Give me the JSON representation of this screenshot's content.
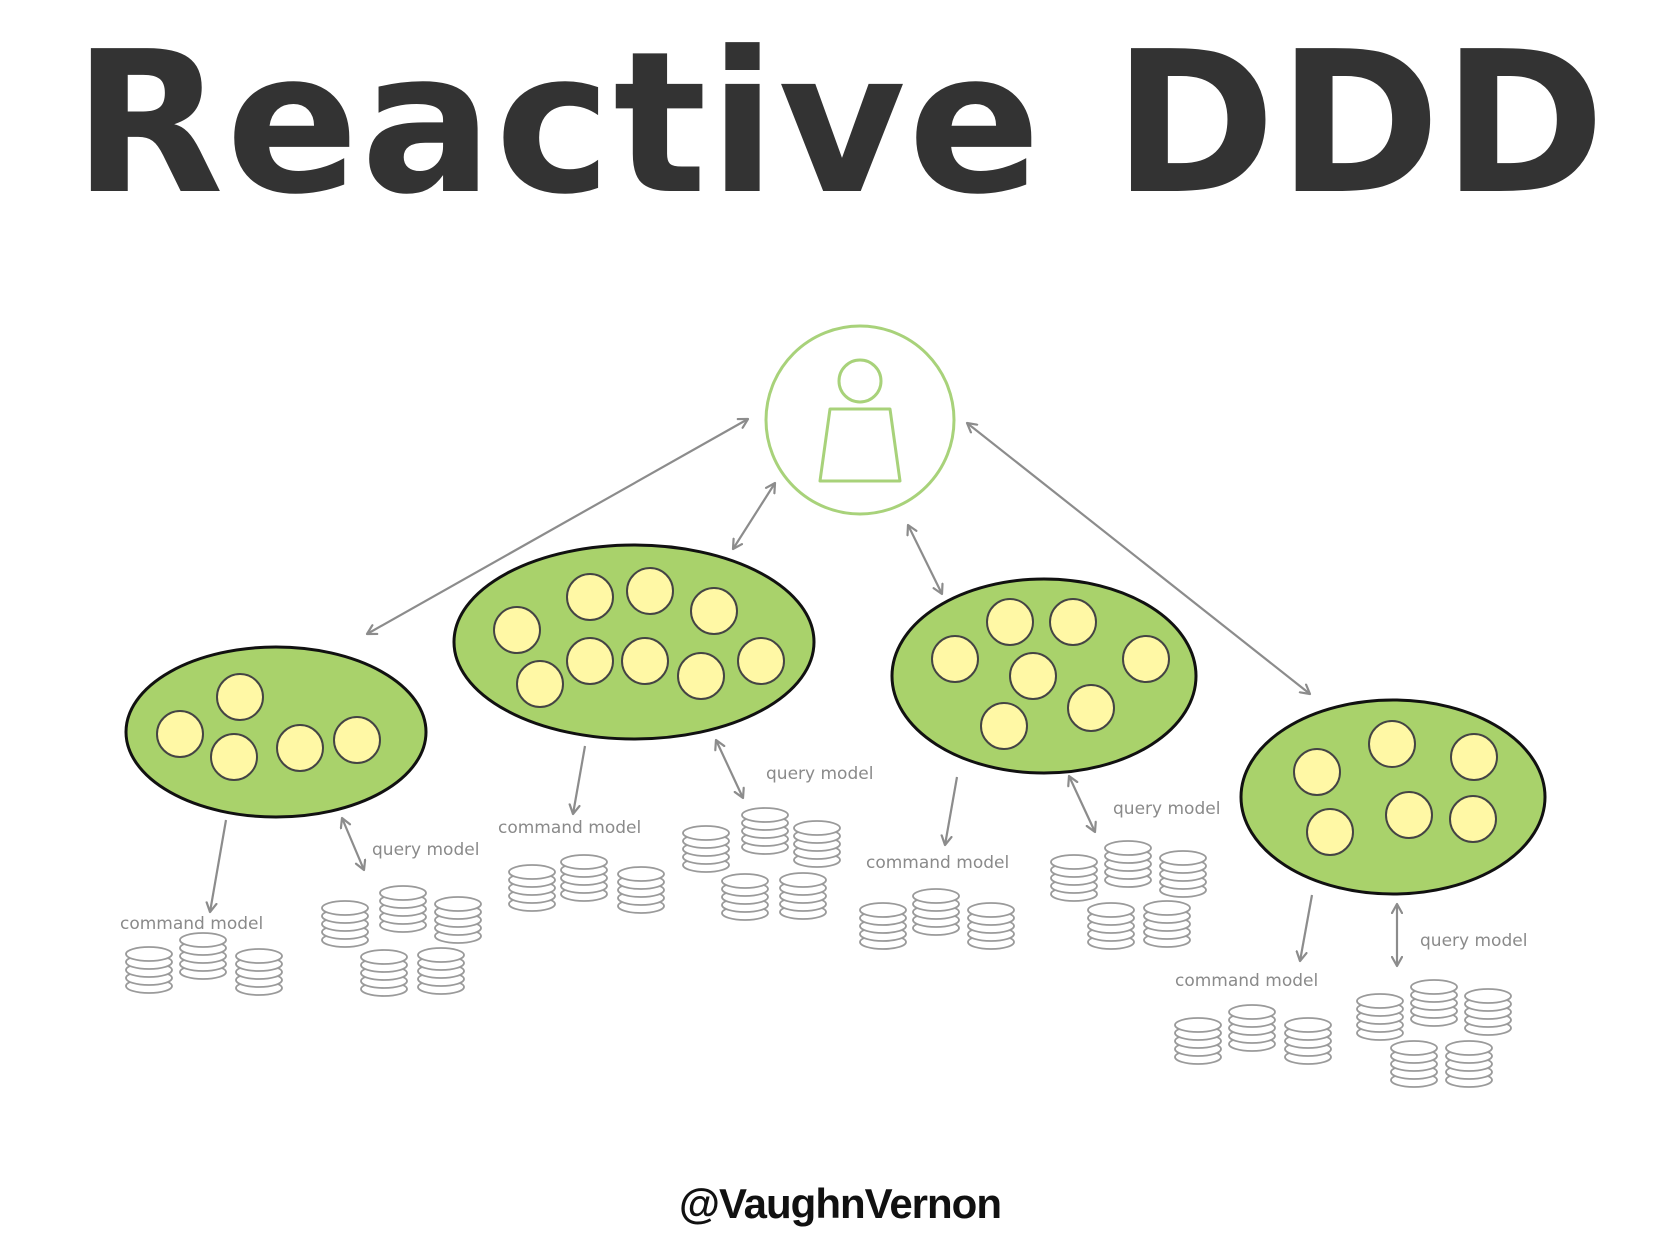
{
  "slide": {
    "title": "Reactive DDD",
    "author": "@VaughnVernon"
  },
  "colors": {
    "title": "#333333",
    "context_fill": "#a9d26b",
    "aggregate_fill": "#fff8a5",
    "user_ring": "#a8d27a",
    "arrow": "#8c8c8c",
    "database_stroke": "#9a9a9a",
    "label_text": "#8a8a8a"
  },
  "diagram": {
    "user": {
      "icon": "person-icon"
    },
    "contexts": [
      {
        "command_label": "command model",
        "query_label": "query model"
      },
      {
        "command_label": "command model",
        "query_label": "query model"
      },
      {
        "command_label": "command model",
        "query_label": "query model"
      },
      {
        "command_label": "command model",
        "query_label": "query model"
      }
    ]
  }
}
